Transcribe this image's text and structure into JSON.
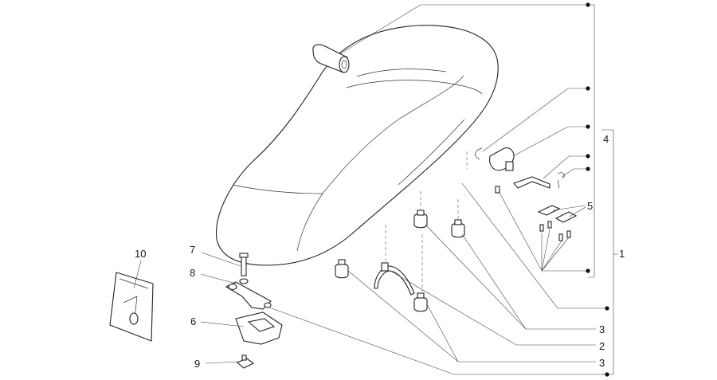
{
  "callouts": [
    {
      "id": "c10",
      "text": "10"
    },
    {
      "id": "c7",
      "text": "7"
    },
    {
      "id": "c8",
      "text": "8"
    },
    {
      "id": "c6",
      "text": "6"
    },
    {
      "id": "c9",
      "text": "9"
    },
    {
      "id": "c4",
      "text": "4"
    },
    {
      "id": "c5",
      "text": "5"
    },
    {
      "id": "c1",
      "text": "1"
    },
    {
      "id": "c3a",
      "text": "3"
    },
    {
      "id": "c2",
      "text": "2"
    },
    {
      "id": "c3b",
      "text": "3"
    }
  ],
  "colors": {
    "line": "#222222",
    "background": "#ffffff"
  }
}
